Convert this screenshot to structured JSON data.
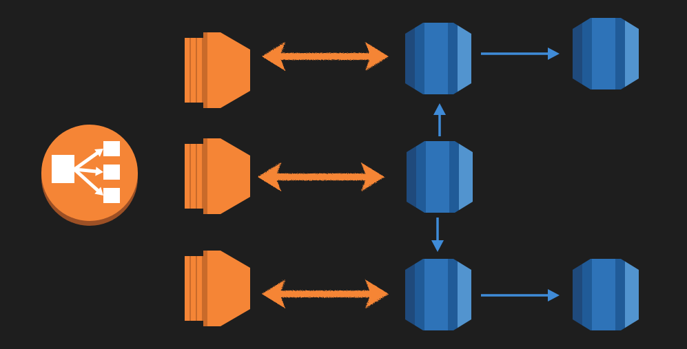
{
  "diagram": {
    "background": "#1e1e1e",
    "colors": {
      "orange": "#f58536",
      "orange_dark": "#9d5025",
      "orange_mid": "#c96a2a",
      "blue": "#2e73b8",
      "blue_dark": "#1f4a7c",
      "blue_mid": "#205b98",
      "blue_light": "#5294cf",
      "connector_blue": "#3f8bd8"
    },
    "nodes": [
      {
        "id": "lb",
        "kind": "load-balancer",
        "icon": "elastic-load-balancer-icon"
      },
      {
        "id": "ec2-1",
        "kind": "ec2-instance",
        "icon": "ec2-instance-icon"
      },
      {
        "id": "ec2-2",
        "kind": "ec2-instance",
        "icon": "ec2-instance-icon"
      },
      {
        "id": "ec2-3",
        "kind": "ec2-instance",
        "icon": "ec2-instance-icon"
      },
      {
        "id": "db-1",
        "kind": "database",
        "icon": "rds-database-icon"
      },
      {
        "id": "db-2",
        "kind": "database",
        "icon": "rds-database-icon"
      },
      {
        "id": "db-3",
        "kind": "database",
        "icon": "rds-database-icon"
      },
      {
        "id": "db-4",
        "kind": "database",
        "icon": "rds-database-icon"
      },
      {
        "id": "db-5",
        "kind": "database",
        "icon": "rds-database-icon"
      }
    ],
    "edges": [
      {
        "from": "ec2-1",
        "to": "db-1",
        "style": "bidirectional"
      },
      {
        "from": "ec2-2",
        "to": "db-3",
        "style": "bidirectional"
      },
      {
        "from": "ec2-3",
        "to": "db-4",
        "style": "bidirectional"
      },
      {
        "from": "db-1",
        "to": "db-2",
        "style": "directed"
      },
      {
        "from": "db-3",
        "to": "db-1",
        "style": "directed"
      },
      {
        "from": "db-3",
        "to": "db-4",
        "style": "directed"
      },
      {
        "from": "db-4",
        "to": "db-5",
        "style": "directed"
      }
    ]
  }
}
